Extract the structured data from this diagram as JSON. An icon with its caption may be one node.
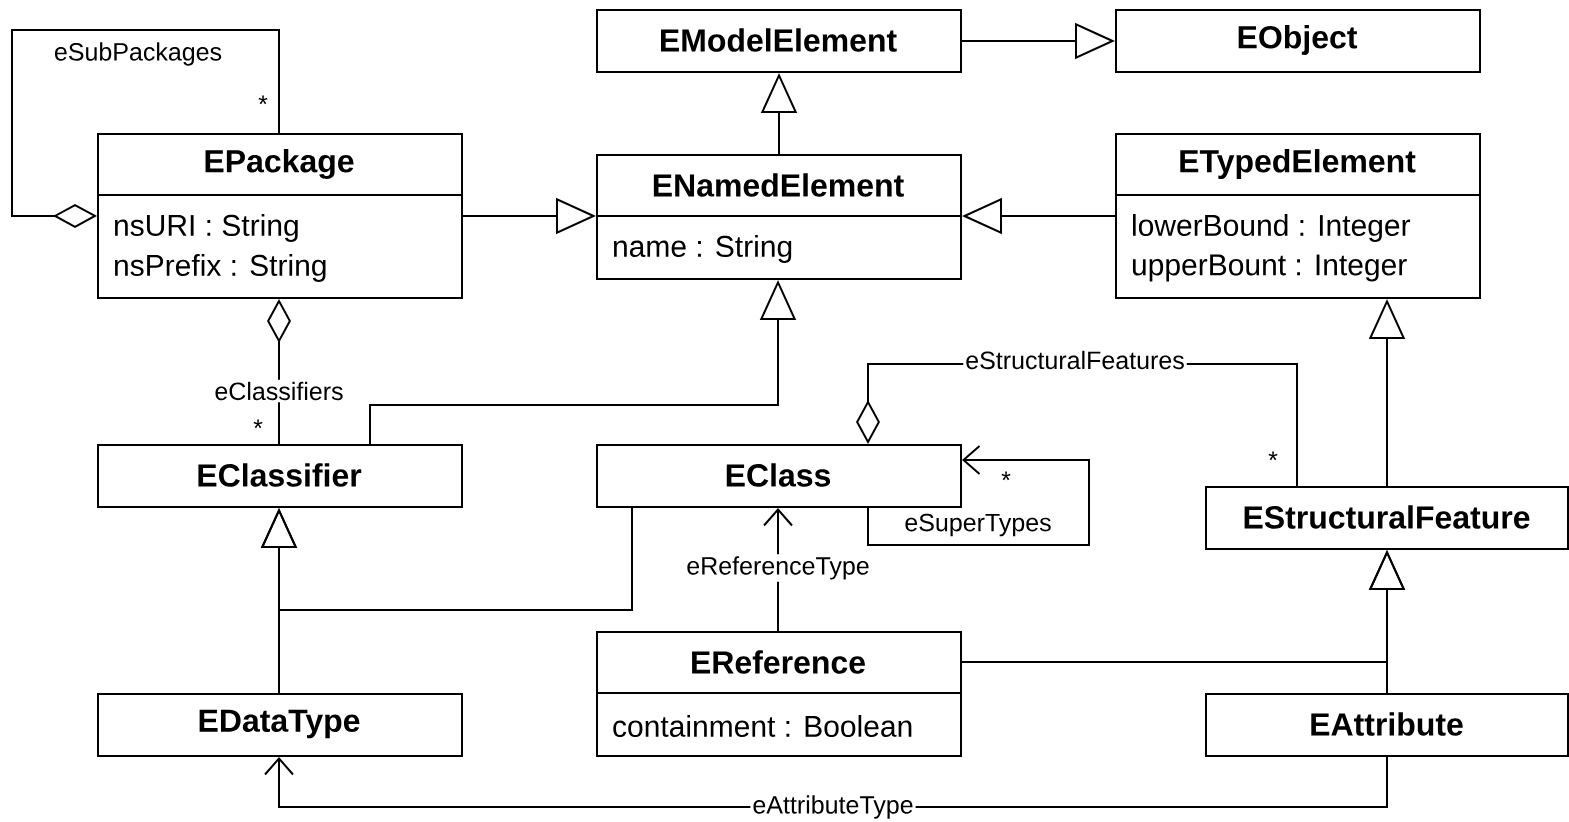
{
  "diagram": {
    "nodes": [
      {
        "text": [
          "EModelElement"
        ]
      },
      {
        "text": [
          "EObject"
        ]
      },
      {
        "text": [
          "EPackage",
          "nsURI : String",
          "nsPrefix : String"
        ]
      },
      {
        "text": [
          "ENamedElement",
          "name : String"
        ]
      },
      {
        "text": [
          "ETypedElement",
          "lowerBound : Integer",
          "upperBount : Integer"
        ]
      },
      {
        "text": [
          "EClassifier"
        ]
      },
      {
        "text": [
          "EClass"
        ]
      },
      {
        "text": [
          "EStructuralFeature"
        ]
      },
      {
        "text": [
          "EReference",
          "containment : Boolean"
        ]
      },
      {
        "text": [
          "EDataType"
        ]
      },
      {
        "text": [
          "EAttribute"
        ]
      }
    ],
    "edges": [
      {
        "from": 0,
        "to": 1,
        "arrow": "to"
      },
      {
        "from": 3,
        "to": 0,
        "arrow": "to"
      },
      {
        "from": 2,
        "to": 3,
        "arrow": "to"
      },
      {
        "from": 4,
        "to": 3,
        "arrow": "to"
      },
      {
        "from": 2,
        "to": 2,
        "arrow": "other",
        "label": "eSubPackages"
      },
      {
        "from": 2,
        "to": 5,
        "arrow": "other",
        "label": "eClassifiers"
      },
      {
        "from": 5,
        "to": 3,
        "arrow": "to"
      },
      {
        "from": 6,
        "to": 5,
        "arrow": "to"
      },
      {
        "from": 9,
        "to": 5,
        "arrow": "to"
      },
      {
        "from": 6,
        "to": 7,
        "arrow": "other",
        "label": "eStructuralFeatures"
      },
      {
        "from": 6,
        "to": 6,
        "arrow": "to",
        "label": "eSuperTypes"
      },
      {
        "from": 8,
        "to": 6,
        "arrow": "to",
        "label": "eReferenceType"
      },
      {
        "from": 7,
        "to": 4,
        "arrow": "to"
      },
      {
        "from": 8,
        "to": 7,
        "arrow": "to"
      },
      {
        "from": 10,
        "to": 7,
        "arrow": "to"
      },
      {
        "from": 10,
        "to": 9,
        "arrow": "to",
        "label": "eAttributeType"
      }
    ],
    "labels": [
      "*",
      "*",
      "*",
      "*"
    ]
  }
}
